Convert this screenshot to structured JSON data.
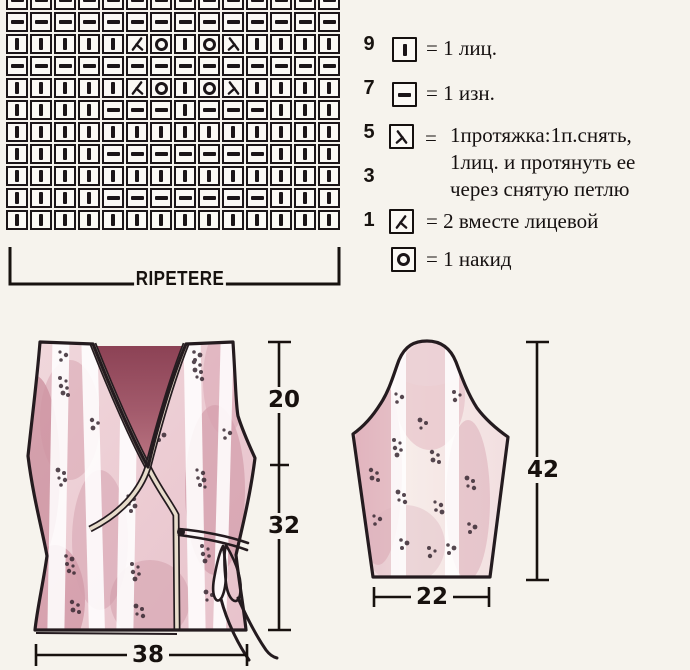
{
  "chart": {
    "columns": 14,
    "partial_top_row": "pppppppppppppp",
    "rows": [
      {
        "cells": "pppppppppppppp",
        "label": ""
      },
      {
        "cells": "kkkkkdokoskkkk",
        "label": "9"
      },
      {
        "cells": "pppppppppppppp",
        "label": ""
      },
      {
        "cells": "kkkkkdokoskkkk",
        "label": "7"
      },
      {
        "cells": "kkkkpppkpppkkk",
        "label": ""
      },
      {
        "cells": "kkkkkkkkkkkkkk",
        "label": "5"
      },
      {
        "cells": "kkkkpppppppkkk",
        "label": ""
      },
      {
        "cells": "kkkkkkkkkkkkkk",
        "label": "3"
      },
      {
        "cells": "kkkkpppppppkkk",
        "label": ""
      },
      {
        "cells": "kkkkkkkkkkkkkk",
        "label": "1"
      }
    ],
    "symbols_key": {
      "k": "knit-symbol",
      "p": "purl-symbol",
      "o": "yarnover-symbol",
      "d": "k2tog-symbol",
      "s": "slip-knit-psso-symbol"
    },
    "repeat_label": "RIPETERE"
  },
  "legend": {
    "items": [
      {
        "symbol": "k",
        "text": "= 1 лиц."
      },
      {
        "symbol": "p",
        "text": "= 1 изн."
      },
      {
        "symbol": "s",
        "eq": "=",
        "lines": [
          "1протяжка:1п.снять,",
          "1лиц. и протянуть ее",
          "через снятую петлю"
        ]
      },
      {
        "symbol": "d",
        "text": "= 2 вместе лицевой"
      },
      {
        "symbol": "o",
        "text": "= 1 накид"
      }
    ]
  },
  "schematics": {
    "vest": {
      "upper_height": "20",
      "lower_height": "32",
      "bottom_width": "38"
    },
    "sleeve": {
      "height": "42",
      "bottom_width": "22"
    }
  },
  "colors": {
    "ink": "#1d1619",
    "paper": "#f6f3ed",
    "pink_light": "#eed3d8",
    "pink_mid": "#cf93a2",
    "rose_deep": "#92495c",
    "band": "#e7dccb",
    "speckle": "#382832"
  }
}
